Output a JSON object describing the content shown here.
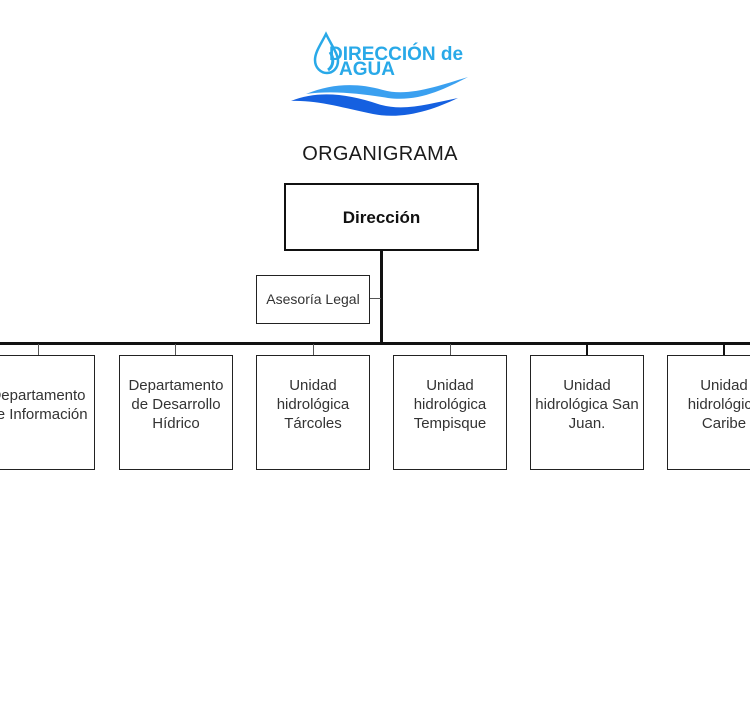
{
  "logo": {
    "line1": "DIRECCIÓN de",
    "line2": "AGUA",
    "primary_color": "#29a9e8",
    "wave_dark": "#1560e0",
    "wave_light": "#3aa0f0",
    "icon": "water-drop-icon"
  },
  "title": "ORGANIGRAMA",
  "org": {
    "root": "Dirección",
    "staff": "Asesoría Legal",
    "departments": [
      {
        "label": "Departamento de Información"
      },
      {
        "label": "Departamento de Desarrollo Hídrico"
      },
      {
        "label": "Unidad hidrológica Tárcoles"
      },
      {
        "label": "Unidad hidrológica Tempisque"
      },
      {
        "label": "Unidad hidrológica San Juan."
      },
      {
        "label": "Unidad hidrológica Caribe"
      }
    ]
  }
}
